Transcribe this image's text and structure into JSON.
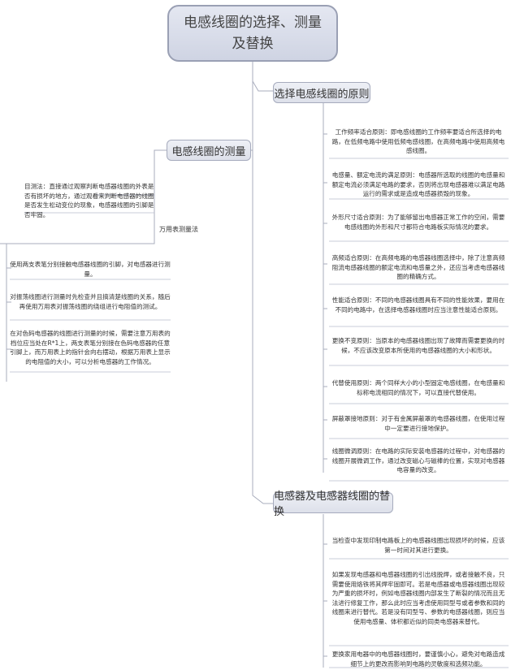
{
  "root": {
    "title": "电感线圈的选择、测量及替换"
  },
  "branches": {
    "principles": {
      "label": "选择电感线圈的原则",
      "items": [
        "工作频率适合原则：即电感线圈的工作频率要适合所选择的电路，在低频电路中使用低频电感线圈，在高频电路中使用高频电感线圈。",
        "电感量、额定电流的满足原则：电感器所选取的线圈的电感量和额定电流必须满足电路的要求，否则将出现电感器难以满足电路运行的需求或是造成电感器损毁的现象。",
        "外形尺寸适合原则：为了能够留出电感器正常工作的空间，需要电感线圈的外形和尺寸都符合电路板实际情况的要求。",
        "高频适合原则：在高频电路的电感器线圈选择中，除了注意高频阻流电感器线圈的额定电流和电感量之外，还应当考虑电感器线圈的精确方式。",
        "性能适合原则：不同的电感器线圈具有不同的性能效果，要用在不同的电路中，在选择电感器线圈时应当注意性能适合原则。",
        "更换不变原则：当原本的电感器线圈出现了故障而需要更换的时候，不应该改变原本所使用的电感器线圈的大小和形状。",
        "代替使用原则：两个同样大小的小型固定电感线圈，在电感量和标称电流相同的情况下，可以直接代替使用。",
        "屏蔽罩接地原则：对于有金属屏蔽罩的电感器线圈，在使用过程中一定要进行接地保护。",
        "线圈微调原则：在电路的实际安装电感器的过程中，对电感器的线圈开展微调工作，通过改变磁心与磁棒的位置，实现对电感器电容量的改变。"
      ]
    },
    "measurement": {
      "label": "电感线圈的测量",
      "items": [
        "目测法：直接通过观察判断电感器线圈的外表是否有损坏的地方，通过观看来判断电感器的线圈是否发生松动变位的现象，电感器线圈的引脚是否牢固。"
      ],
      "multimeter": {
        "label": "万用表测量法",
        "items": [
          "使用两支表笔分别接触电感器线圈的引脚，对电感器进行测量。",
          "对振荡线圈进行测量时先检查并且搞清楚线圈的关系，随后再使用万用表对振荡线圈的绕组进行电阻值的测试。",
          "在对色码电感器的线圈进行测量的时候，需要注意万用表的档位应当处在R*1上，两支表笔分别接在色码电感器的任意引脚上，而万用表上的指针会向右摆动，根据万用表上显示的电阻值的大小，可以分析电感器的工作情况。"
        ]
      }
    },
    "replacement": {
      "label": "电感器及电感器线圈的替换",
      "items": [
        "当检查中发现印制电路板上的电感器线圈出现损坏的时候，应该第一时间对其进行更换。",
        "如果发现电感器和电感器线圈的引出线脱焊，或者接触不良，只需要使用烙铁将其焊牢固即可。若是电感器或电感器线圈出现较为严重的损坏时，例如电感器线圈内部发生了断裂的情况而且无法进行修复工作，那么此时应当考虑使用同型号或者参数和同的线圈来进行替代。若是没有同型号、参数的电感器线圈，则应当使用电感量、体积都近似的同类电感器来替代。",
        "更换家用电器中的电感器线圈时，要谨慎小心，避免对电路造成细节上的更改而影响到电路的灵敏度和选频功能。"
      ]
    }
  },
  "colors": {
    "line": "#a9adbd",
    "nodeBorder": "#a6abbd",
    "nodeFill": "#e6e9f2"
  }
}
